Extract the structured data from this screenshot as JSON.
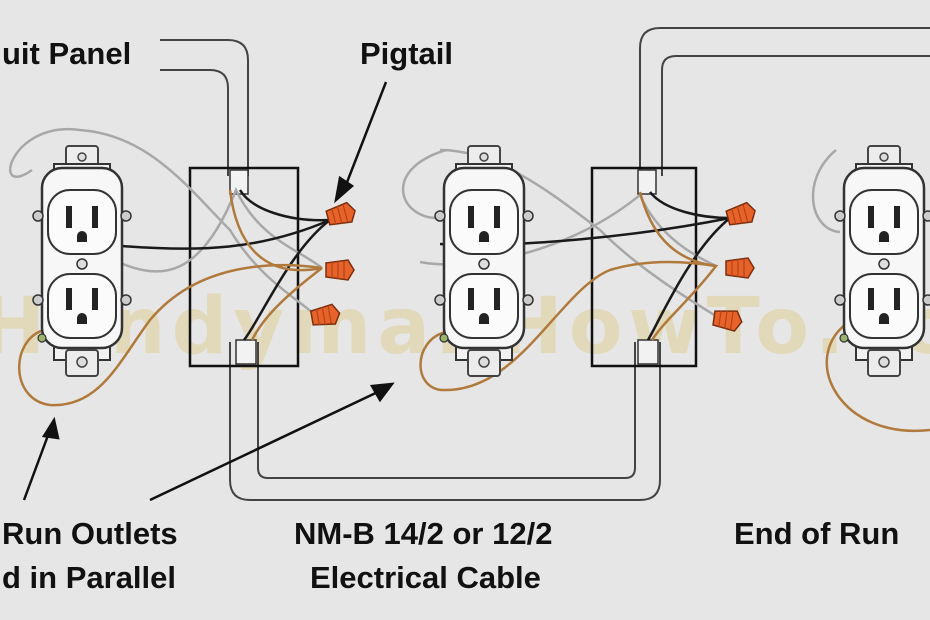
{
  "labels": {
    "panel": "uit Panel",
    "pigtail": "Pigtail",
    "outlets_line1": "Run Outlets",
    "outlets_line2": "d in Parallel",
    "cable_line1": "NM-B 14/2 or 12/2",
    "cable_line2": "Electrical Cable",
    "end_of_run": "End of Run"
  },
  "watermark": "HandymanHowTo.co",
  "colors": {
    "background": "#e6e6e6",
    "hot_wire": "#1a1a1a",
    "neutral_wire": "#a8a8a8",
    "ground_wire": "#b07a3c",
    "wire_nut": "#e8632a",
    "box_outline": "#111111"
  }
}
